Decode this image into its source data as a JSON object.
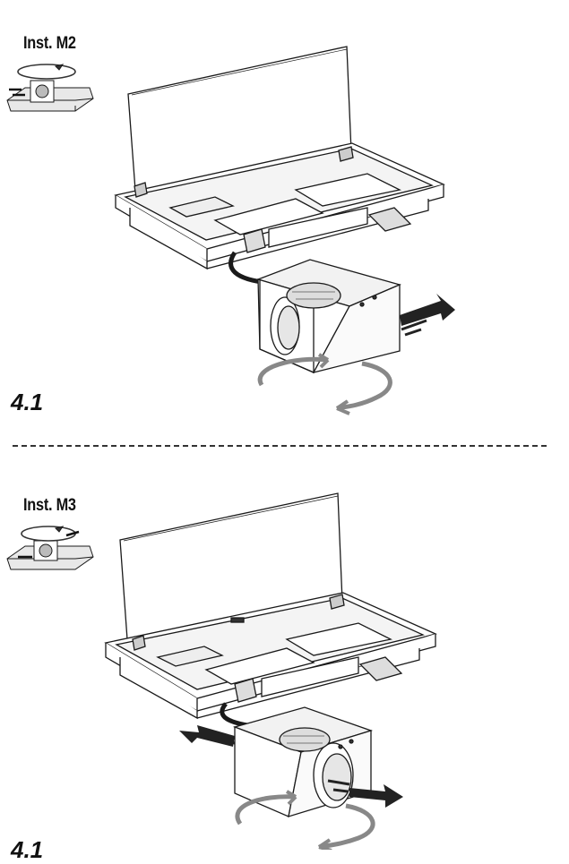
{
  "section_top": {
    "inst_label": "Inst. M2",
    "step_label": "4.1"
  },
  "section_bottom": {
    "inst_label": "Inst. M3",
    "step_label": "4.1"
  },
  "colors": {
    "line": "#1a1a1a",
    "arrow_fill": "#222222",
    "rotation_arrow": "#888888",
    "panel_fill": "#ffffff",
    "shade": "#d9d9d9"
  }
}
